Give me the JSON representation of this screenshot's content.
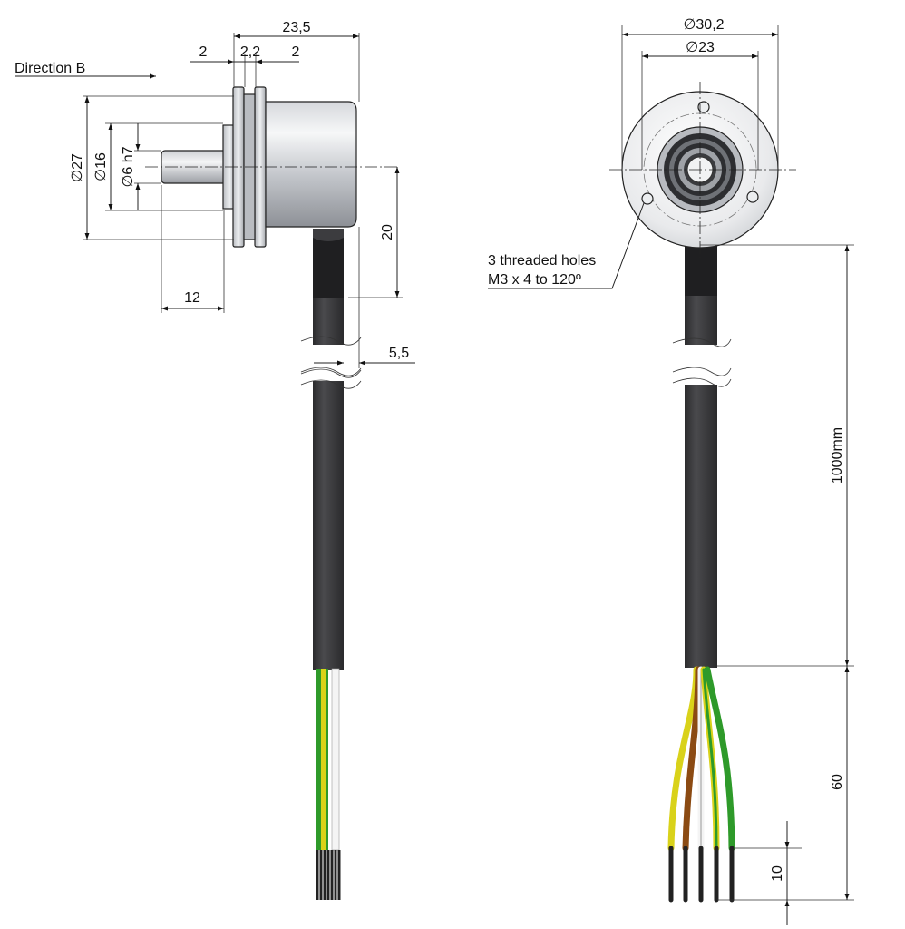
{
  "labels": {
    "direction": "Direction B",
    "holes_line1": "3 threaded holes",
    "holes_line2": "M3 x 4 to 120º"
  },
  "dimensions": {
    "overall_length": "23,5",
    "flange_a": "2",
    "flange_gap": "2,2",
    "flange_b": "2",
    "dia_27": "27",
    "dia_16": "16",
    "dia_6": "6 h7",
    "shaft_length": "12",
    "cable_offset": "20",
    "cable_clear": "5,5",
    "dia_30": "30,2",
    "dia_23": "23",
    "cable_length": "1000mm",
    "lead_length": "60",
    "strip_length": "10"
  },
  "symbols": {
    "diameter": "∅"
  },
  "colors": {
    "cable": "#3a3a3c",
    "grommet": "#1f1f21",
    "wire_yellow": "#d9d21a",
    "wire_green": "#2e9a2a",
    "wire_brown": "#8b4a12",
    "wire_white": "#f4f4f4",
    "metal_light": "#e9eaec",
    "metal_dark": "#8d9096"
  }
}
